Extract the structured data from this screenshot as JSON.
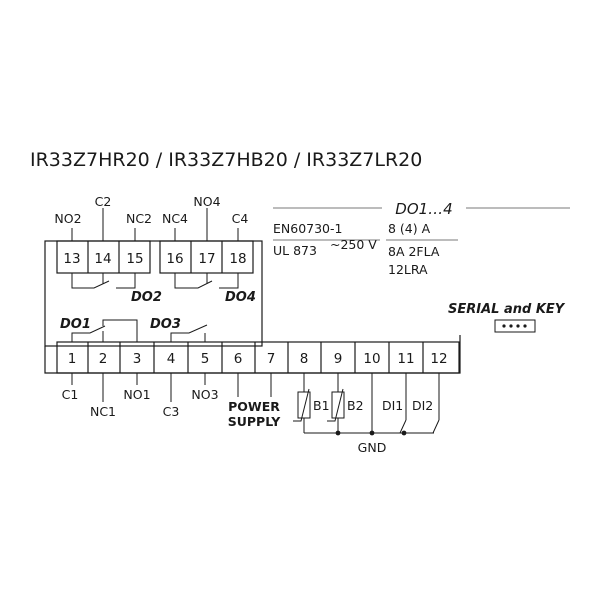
{
  "title": "IR33Z7HR20 / IR33Z7HB20 / IR33Z7LR20",
  "top_terminals": [
    "13",
    "14",
    "15",
    "16",
    "17",
    "18"
  ],
  "top_labels": {
    "no2": "NO2",
    "c2": "C2",
    "nc2": "NC2",
    "nc4": "NC4",
    "no4": "NO4",
    "c4": "C4"
  },
  "relay_labels": {
    "do2": "DO2",
    "do4": "DO4",
    "do1": "DO1",
    "do3": "DO3",
    "do1_4": "DO1…4"
  },
  "specs": {
    "std1": "EN60730-1",
    "std2": "UL 873",
    "voltage": "~250 V",
    "r1": "8 (4) A",
    "r2": "8A 2FLA",
    "r3": "12LRA"
  },
  "serial_key": "SERIAL and KEY",
  "bottom_terminals": [
    "1",
    "2",
    "3",
    "4",
    "5",
    "6",
    "7",
    "8",
    "9",
    "10",
    "11",
    "12"
  ],
  "bottom_labels": {
    "c1": "C1",
    "nc1": "NC1",
    "no1": "NO1",
    "c3": "C3",
    "no3": "NO3",
    "power": "POWER",
    "supply": "SUPPLY",
    "b1": "B1",
    "b2": "B2",
    "di1": "DI1",
    "di2": "DI2",
    "gnd": "GND"
  }
}
